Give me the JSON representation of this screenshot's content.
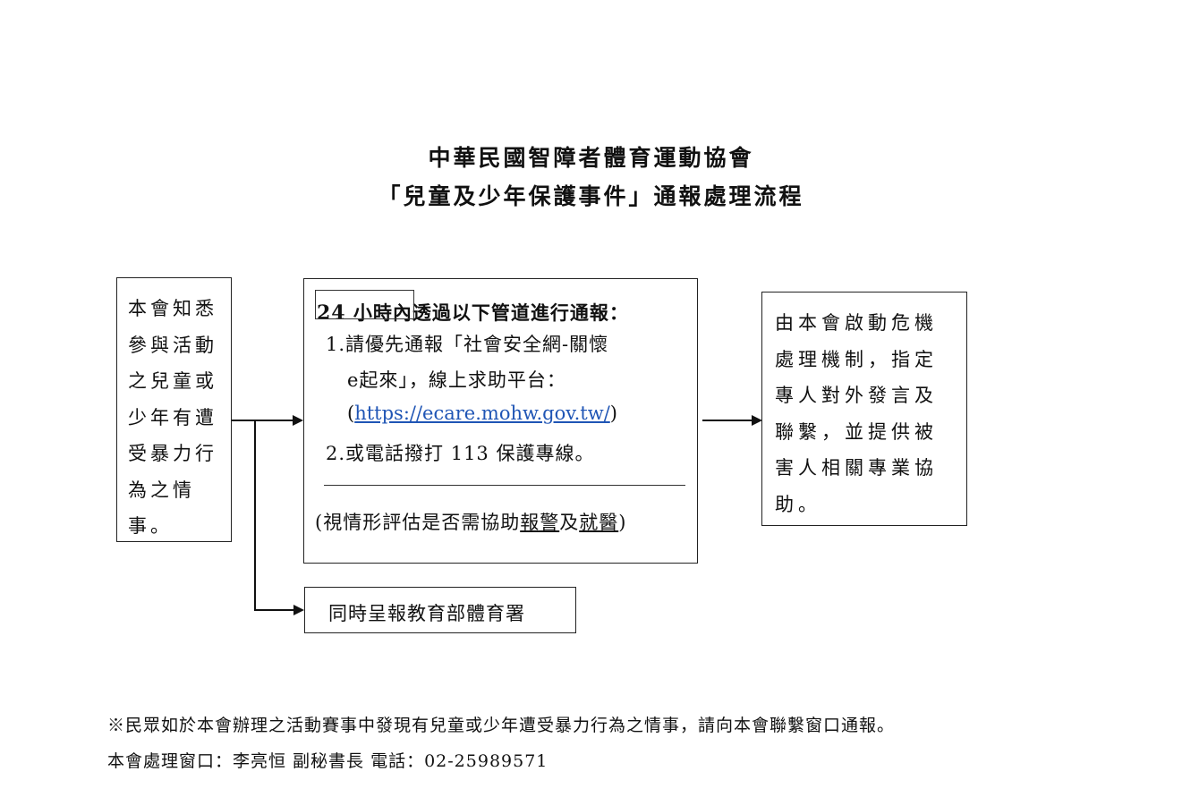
{
  "title_line1": "中華民國智障者體育運動協會",
  "title_line2": "「兒童及少年保護事件」通報處理流程",
  "left_box": {
    "lines": [
      "本會知悉",
      "參與活動",
      "之兒童或",
      "少年有遭",
      "受暴力行",
      "為之情",
      "事。"
    ]
  },
  "middle_box": {
    "heading_hours": "24",
    "heading_rest": " 小時內透過以下管道進行通報：",
    "item1_line1": "1.請優先通報「社會安全網-關懷",
    "item1_line2": "e起來」，線上求助平台：",
    "item1_open_paren": "(",
    "item1_url": "https://ecare.mohw.gov.tw/",
    "item1_close_paren": ")",
    "item2": "2.或電話撥打 113 保護專線。",
    "note_prefix": "(視情形評估是否需協助",
    "note_police": "報警",
    "note_and": "及",
    "note_medical": "就醫",
    "note_suffix": ")"
  },
  "right_box": {
    "lines": [
      "由本會啟動危機",
      "處理機制，指定",
      "專人對外發言及",
      "聯繫，並提供被",
      "害人相關專業協",
      "助。"
    ]
  },
  "bottom_box": {
    "text": "同時呈報教育部體育署"
  },
  "footer": {
    "line1": "※民眾如於本會辦理之活動賽事中發現有兒童或少年遭受暴力行為之情事，請向本會聯繫窗口通報。",
    "line2": "本會處理窗口：李亮恒 副秘書長 電話：02-25989571"
  }
}
